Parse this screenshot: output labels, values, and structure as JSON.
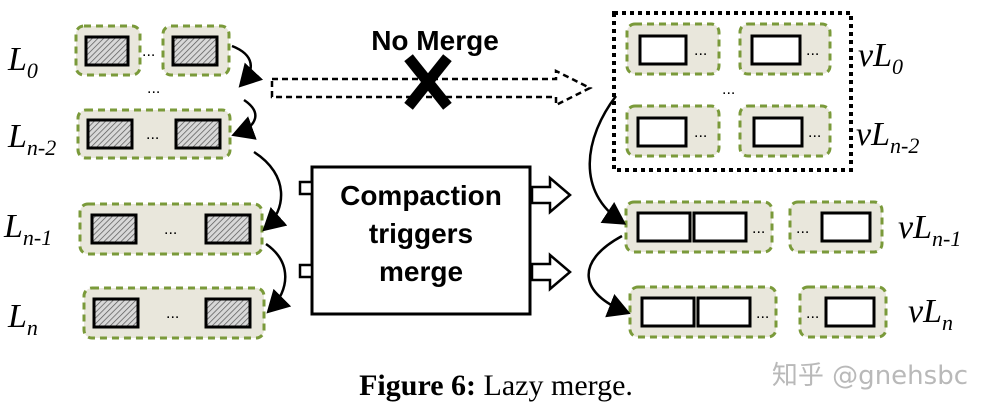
{
  "left_levels": {
    "l0": {
      "base": "L",
      "sub": "0"
    },
    "ln2": {
      "base": "L",
      "sub": "n-2"
    },
    "ln1": {
      "base": "L",
      "sub": "n-1"
    },
    "ln": {
      "base": "L",
      "sub": "n"
    }
  },
  "right_levels": {
    "vl0": {
      "base": "vL",
      "sub": "0"
    },
    "vln2": {
      "base": "vL",
      "sub": "n-2"
    },
    "vln1": {
      "base": "vL",
      "sub": "n-1"
    },
    "vln": {
      "base": "vL",
      "sub": "n"
    }
  },
  "ellipsis": "...",
  "no_merge_label": "No Merge",
  "compaction_box": {
    "line1": "Compaction",
    "line2": "triggers",
    "line3": "merge"
  },
  "caption": {
    "bold": "Figure 6:",
    "text": " Lazy merge."
  },
  "watermark": "知乎 @gnehsbc",
  "colors": {
    "dashed_border": "#7a9a3a",
    "group_fill": "#e9e7dc",
    "hatch": "#666666"
  }
}
